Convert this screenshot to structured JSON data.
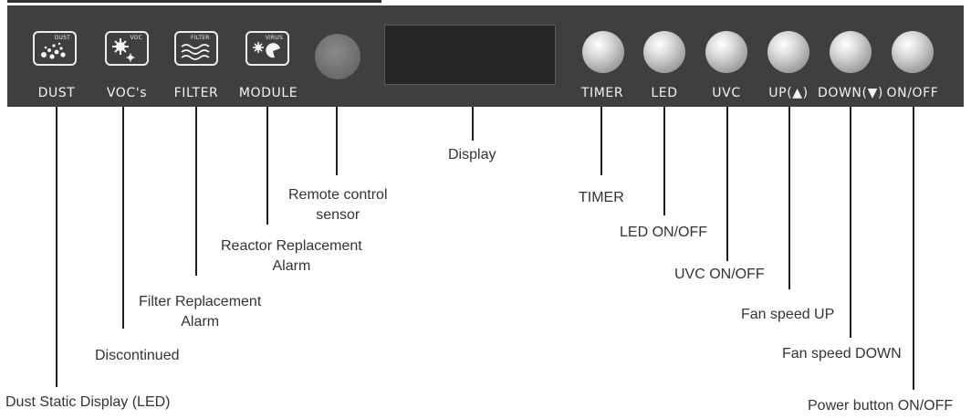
{
  "panel": {
    "indicators": [
      {
        "label": "DUST",
        "tag": "DUST",
        "icon": "dust-dots-icon"
      },
      {
        "label": "VOC's",
        "tag": "VOC",
        "icon": "voc-gear-icon"
      },
      {
        "label": "FILTER",
        "tag": "FILTER",
        "icon": "filter-waves-icon"
      },
      {
        "label": "MODULE",
        "tag": "VIRUS",
        "icon": "virus-icon"
      }
    ],
    "buttons": [
      {
        "label": "TIMER"
      },
      {
        "label": "LED"
      },
      {
        "label": "UVC"
      },
      {
        "label": "UP(▲)"
      },
      {
        "label": "DOWN(▼)"
      },
      {
        "label": "ON/OFF"
      }
    ]
  },
  "callouts": {
    "dust": "Dust Static Display (LED)",
    "voc": "Discontinued",
    "filter": [
      "Filter Replacement",
      "Alarm"
    ],
    "module": [
      "Reactor Replacement",
      "Alarm"
    ],
    "sensor": [
      "Remote control",
      "sensor"
    ],
    "display": "Display",
    "timer": "TIMER",
    "led": "LED ON/OFF",
    "uvc": "UVC ON/OFF",
    "up": "Fan speed UP",
    "down": "Fan speed DOWN",
    "power": "Power button ON/OFF"
  },
  "colors": {
    "panel": "#3f3f3f",
    "panel_text": "#f2f2f2",
    "callout_text": "#333333",
    "leader": "#1e1e1e"
  }
}
